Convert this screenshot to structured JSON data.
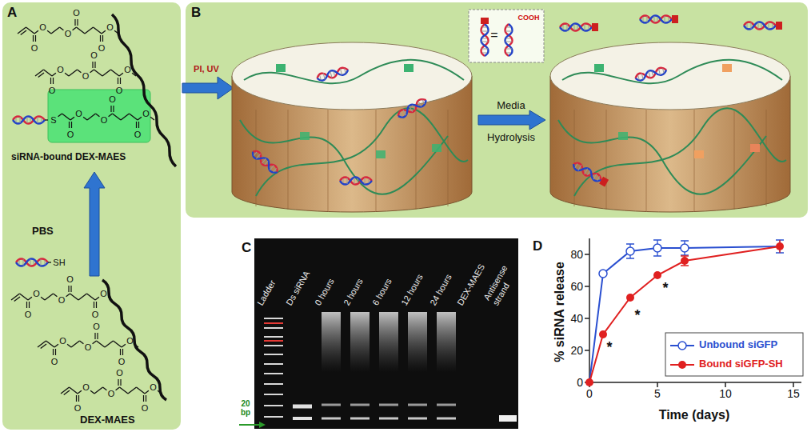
{
  "diagram": {
    "nodes": [
      {
        "text": [
          "A"
        ]
      },
      {
        "text": [
          "siRNA-bound DEX-MAES"
        ],
        "in": 0
      },
      {
        "text": [
          "DEX-MAES"
        ],
        "in": 0
      },
      {
        "text": [
          "B"
        ]
      }
    ],
    "edges": [
      {
        "from": 2,
        "to": 1,
        "label": "PBS",
        "arrow": "to"
      }
    ],
    "labels": [
      "O",
      "O",
      "O",
      "O",
      "O",
      "O",
      "O",
      "O",
      "O",
      "O",
      "O",
      "O",
      "O",
      "O",
      "O",
      "O",
      "O",
      "O",
      "S",
      "SH",
      "O",
      "O",
      "O",
      "O",
      "O",
      "O",
      "O",
      "O",
      "O",
      "O",
      "O",
      "O",
      "O",
      "O",
      "O",
      "O",
      "O",
      "O",
      "PI, UV",
      "COOH",
      "=",
      "Media",
      "Hydrolysis",
      "C",
      "Ladder",
      "Ds siRNA",
      "0 hours",
      "2 hours",
      "6 hours",
      "12 hours",
      "24 hours",
      "DEX-MAES",
      "Antisense strand",
      "20 bp",
      "D",
      "0",
      "20",
      "40",
      "60",
      "80",
      "0",
      "5",
      "10",
      "15",
      "% siRNA release",
      "Time (days)",
      "*",
      "*",
      "*"
    ],
    "legend": [
      {
        "text": "Unbound siGFP"
      },
      {
        "text": "Bound siGFP-SH"
      }
    ]
  }
}
